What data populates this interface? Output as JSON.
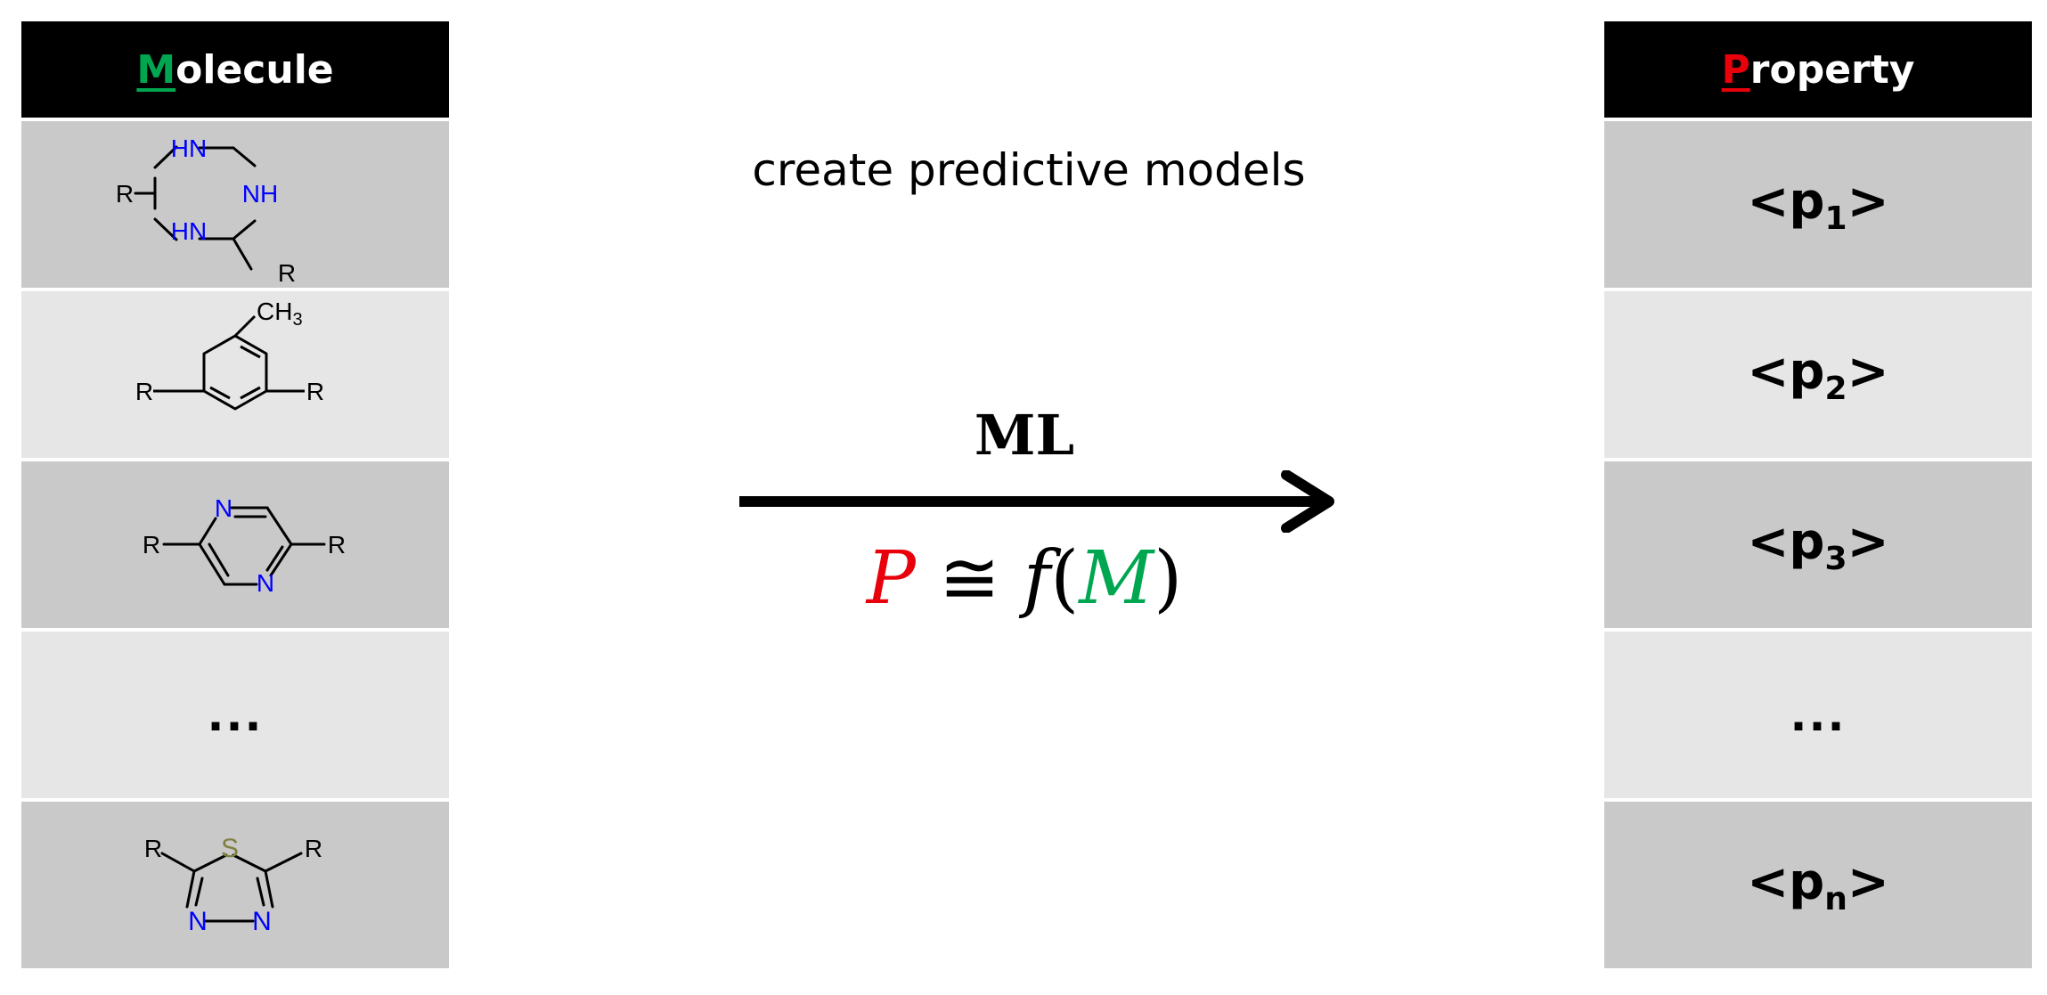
{
  "left_column": {
    "header": {
      "initial": "M",
      "rest": "olecule",
      "initial_color": "#00a650"
    },
    "rows": [
      {
        "kind": "structure",
        "structure": "hexahydrotriazine-diR",
        "shade": "dark",
        "atoms": {
          "nh_top": "HN",
          "nh_right": "NH",
          "nh_bottom": "HN",
          "r_left": "R",
          "r_bottom": "R"
        }
      },
      {
        "kind": "structure",
        "structure": "methylbenzene-diR",
        "shade": "light",
        "atoms": {
          "methyl": "CH",
          "methyl_sub": "3",
          "r_left": "R",
          "r_right": "R"
        }
      },
      {
        "kind": "structure",
        "structure": "pyrazine-diR",
        "shade": "dark",
        "atoms": {
          "n_top": "N",
          "n_bottom": "N",
          "r_left": "R",
          "r_right": "R"
        }
      },
      {
        "kind": "text",
        "text": "...",
        "shade": "light"
      },
      {
        "kind": "structure",
        "structure": "thiadiazole-diR",
        "shade": "dark",
        "atoms": {
          "s": "S",
          "n_left": "N",
          "n_right": "N",
          "r_left": "R",
          "r_right": "R"
        }
      }
    ]
  },
  "right_column": {
    "header": {
      "initial": "P",
      "rest": "roperty",
      "initial_color": "#e8000b"
    },
    "rows": [
      {
        "prefix": "<p",
        "sub": "1",
        "suffix": ">",
        "shade": "dark"
      },
      {
        "prefix": "<p",
        "sub": "2",
        "suffix": ">",
        "shade": "light"
      },
      {
        "prefix": "<p",
        "sub": "3",
        "suffix": ">",
        "shade": "dark"
      },
      {
        "text": "...",
        "shade": "light"
      },
      {
        "prefix": "<p",
        "sub": "n",
        "suffix": ">",
        "shade": "dark"
      }
    ]
  },
  "center": {
    "caption": "create predictive models",
    "arrow_label": "ML",
    "equation": {
      "lhs": "P",
      "rel": "≅",
      "func": "f",
      "open": "(",
      "arg": "M",
      "close": ")",
      "lhs_color": "#e8000b",
      "arg_color": "#00a650"
    }
  },
  "colors": {
    "nitrogen": "#0000ff",
    "sulfur": "#808040",
    "row_dark": "#c9c9c9",
    "row_light": "#e6e6e6",
    "header_bg": "#000000"
  }
}
